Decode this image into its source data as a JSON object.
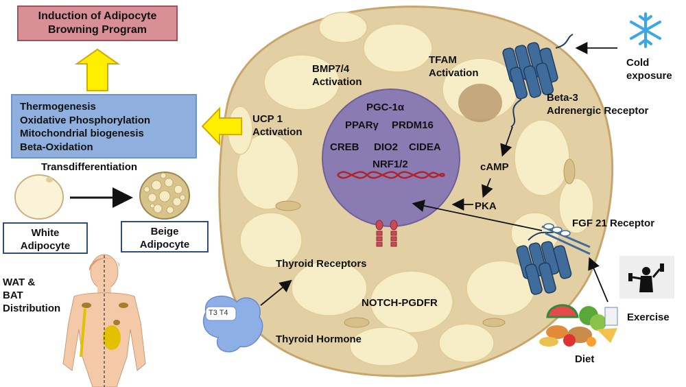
{
  "top_box": {
    "line1": "Induction of Adipocyte",
    "line2": "Browning Program"
  },
  "effects_box": {
    "items": [
      "Thermogenesis",
      "Oxidative Phosphorylation",
      "Mitochondrial biogenesis",
      "Beta-Oxidation"
    ]
  },
  "transdifferentiation": "Transdifferentiation",
  "white_adipocyte": {
    "line1": "White",
    "line2": "Adipocyte"
  },
  "beige_adipocyte": {
    "line1": "Beige",
    "line2": "Adipocyte"
  },
  "distribution": {
    "line1": "WAT &",
    "line2": "BAT",
    "line3": "Distribution"
  },
  "ucp1": {
    "line1": "UCP 1",
    "line2": "Activation"
  },
  "bmp": {
    "line1": "BMP7/4",
    "line2": "Activation"
  },
  "tfam": {
    "line1": "TFAM",
    "line2": "Activation"
  },
  "nucleus": {
    "pgc": "PGC-1α",
    "ppar": "PPARγ",
    "prdm16": "PRDM16",
    "creb": "CREB",
    "dio2": "DIO2",
    "cidea": "CIDEA",
    "nrf": "NRF1/2"
  },
  "camp": "cAMP",
  "pka": "PKA",
  "beta3": {
    "line1": "Beta-3",
    "line2": "Adrenergic Receptor"
  },
  "cold": {
    "line1": "Cold",
    "line2": "exposure"
  },
  "fgf21": "FGF 21 Receptor",
  "thyroid_receptors": "Thyroid Receptors",
  "notch": "NOTCH-PGDFR",
  "thyroid_hormone": "Thyroid Hormone",
  "t3t4": "T3 T4",
  "exercise": "Exercise",
  "diet": "Diet",
  "colors": {
    "cell": "#e3cfa4",
    "nucleus": "#8b7bb3",
    "fat": "#f7edc6",
    "receptor": "#3f6c9a",
    "arrow_yellow": "#ffee00"
  }
}
